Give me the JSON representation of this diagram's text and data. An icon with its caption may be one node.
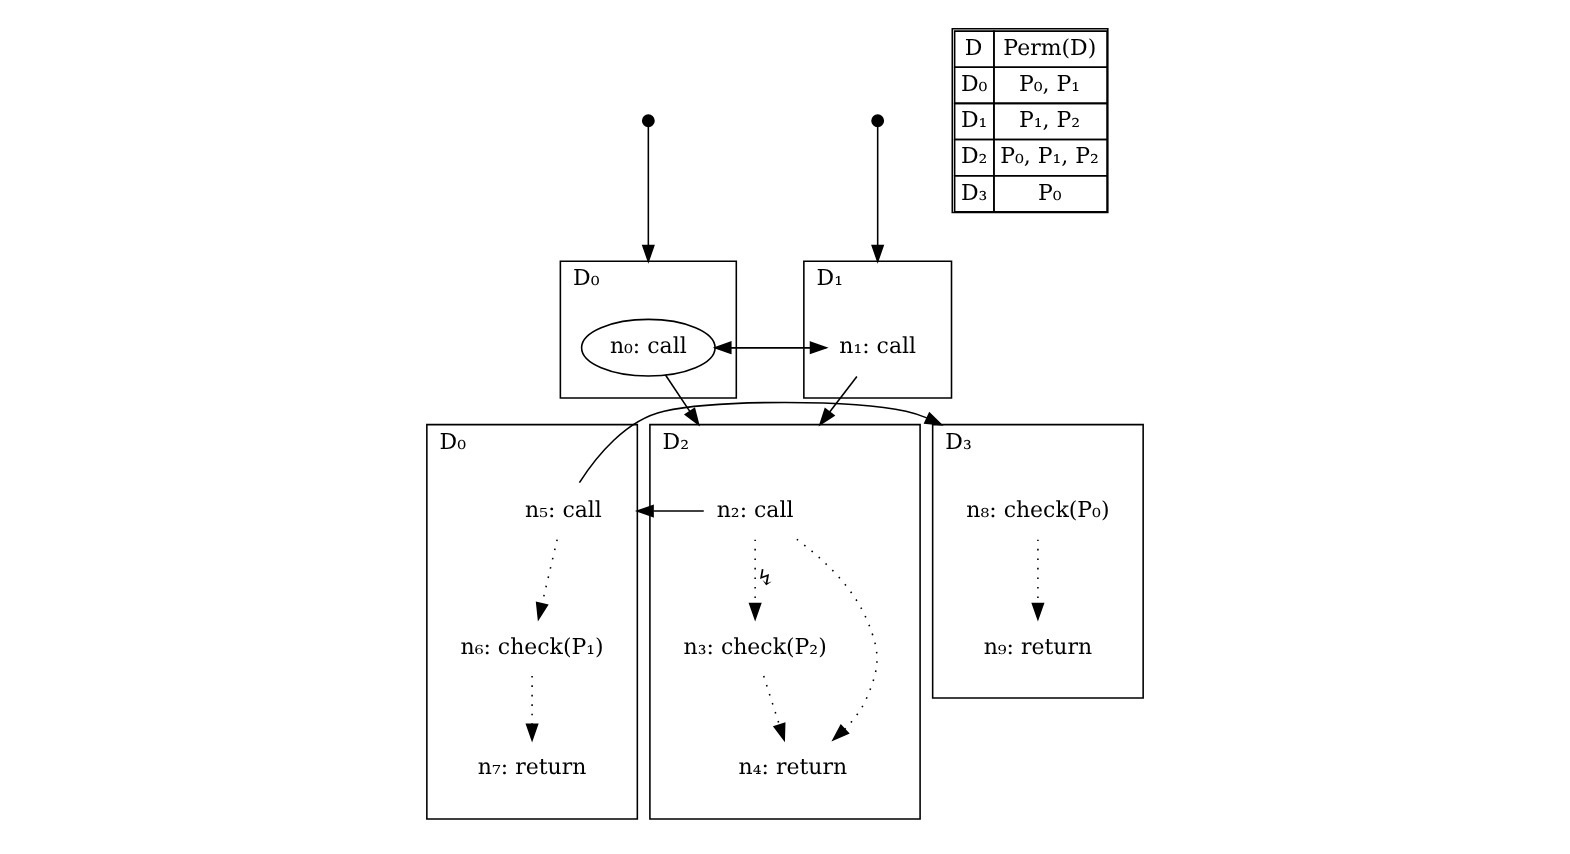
{
  "diagram": {
    "nodes": [
      {
        "text": [],
        "shape": "circle"
      },
      {
        "text": [],
        "shape": "circle"
      },
      {
        "text": [
          "D₀"
        ]
      },
      {
        "text": [
          "n₀: call"
        ],
        "in": 2
      },
      {
        "text": [
          "D₁"
        ]
      },
      {
        "text": [
          "n₁: call"
        ],
        "in": 4
      },
      {
        "text": [
          "D₂"
        ]
      },
      {
        "text": [
          "n₂: call"
        ],
        "in": 6
      },
      {
        "text": [
          "n₃: check(P₂)"
        ],
        "in": 6
      },
      {
        "text": [
          "n₄: return"
        ],
        "in": 6
      },
      {
        "text": [
          "D₀"
        ]
      },
      {
        "text": [
          "n₅: call"
        ],
        "in": 10
      },
      {
        "text": [
          "n₆: check(P₁)"
        ],
        "in": 10
      },
      {
        "text": [
          "n₇: return"
        ],
        "in": 10
      },
      {
        "text": [
          "D₃"
        ]
      },
      {
        "text": [
          "n₈: check(P₀)"
        ],
        "in": 14
      },
      {
        "text": [
          "n₉: return"
        ],
        "in": 14
      }
    ],
    "edges": [
      {
        "from": 0,
        "to": 2,
        "arrow": "to"
      },
      {
        "from": 1,
        "to": 4,
        "arrow": "to"
      },
      {
        "from": 3,
        "to": 5,
        "arrow": "to"
      },
      {
        "from": 5,
        "to": 3,
        "arrow": "to"
      },
      {
        "from": 3,
        "to": 6,
        "arrow": "to"
      },
      {
        "from": 5,
        "to": 6,
        "arrow": "to"
      },
      {
        "from": 7,
        "to": 10,
        "arrow": "to"
      },
      {
        "from": 11,
        "to": 14,
        "arrow": "to"
      },
      {
        "from": 7,
        "to": 8,
        "arrow": "to",
        "style": "dashed",
        "label": "↯"
      },
      {
        "from": 7,
        "to": 9,
        "arrow": "to",
        "style": "dashed"
      },
      {
        "from": 8,
        "to": 9,
        "arrow": "to",
        "style": "dashed"
      },
      {
        "from": 11,
        "to": 12,
        "arrow": "to",
        "style": "dashed"
      },
      {
        "from": 12,
        "to": 13,
        "arrow": "to",
        "style": "dashed"
      },
      {
        "from": 15,
        "to": 16,
        "arrow": "to",
        "style": "dashed"
      }
    ],
    "labels": [
      "D",
      "Perm(D)",
      "D₀",
      "P₀, P₁",
      "D₁",
      "P₁, P₂",
      "D₂",
      "P₀, P₁, P₂",
      "D₃",
      "P₀"
    ]
  }
}
